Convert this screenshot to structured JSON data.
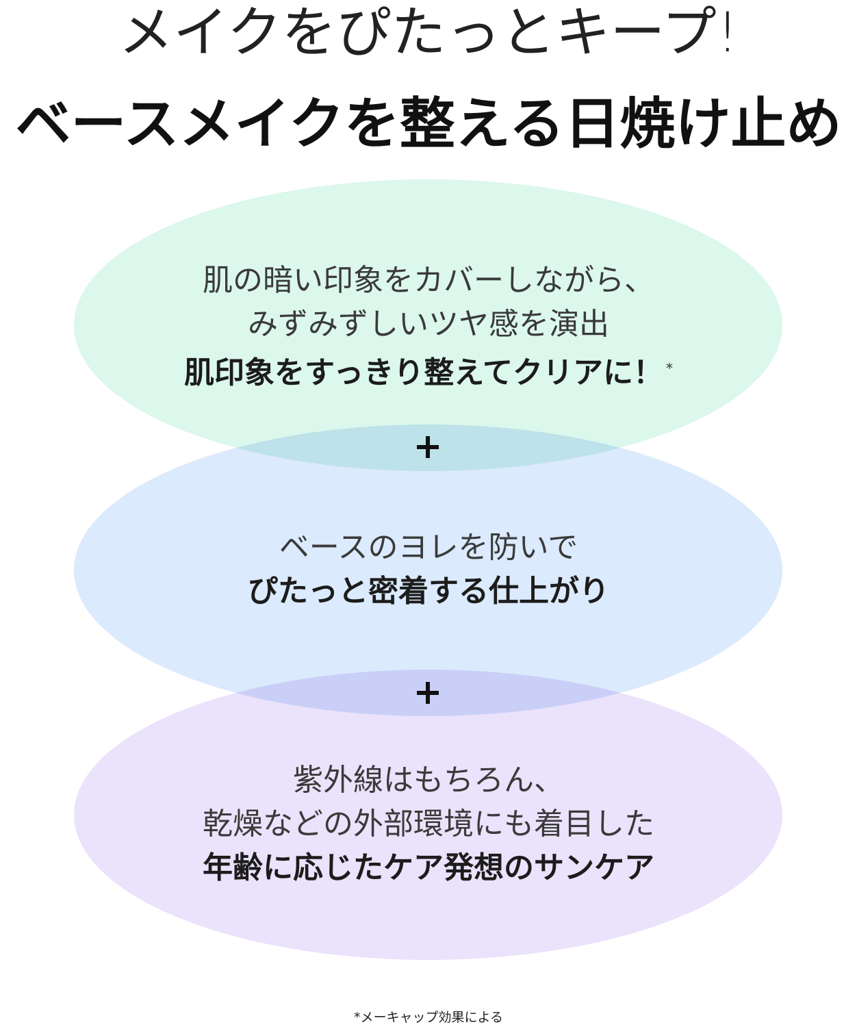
{
  "headline": {
    "line1": "メイクをぴたっとキープ!",
    "line2": "ベースメイクを整える日焼け止め"
  },
  "bubbles": [
    {
      "lines": [
        "肌の暗い印象をカバーしながら、",
        "みずみずしいツヤ感を演出"
      ],
      "emphasis": "肌印象をすっきり整えてクリアに！",
      "note_mark": "*",
      "color": "#dcf7ec"
    },
    {
      "lines": [
        "ベースのヨレを防いで"
      ],
      "emphasis": "ぴたっと密着する仕上がり",
      "color": "#dbeafc"
    },
    {
      "lines": [
        "紫外線はもちろん、",
        "乾燥などの外部環境にも着目した"
      ],
      "emphasis": "年齢に応じたケア発想のサンケア",
      "color": "#ebe2fb"
    }
  ],
  "connectors": [
    {
      "icon": "plus-icon"
    },
    {
      "icon": "plus-icon"
    }
  ],
  "footnote": "*メーキャップ効果による"
}
